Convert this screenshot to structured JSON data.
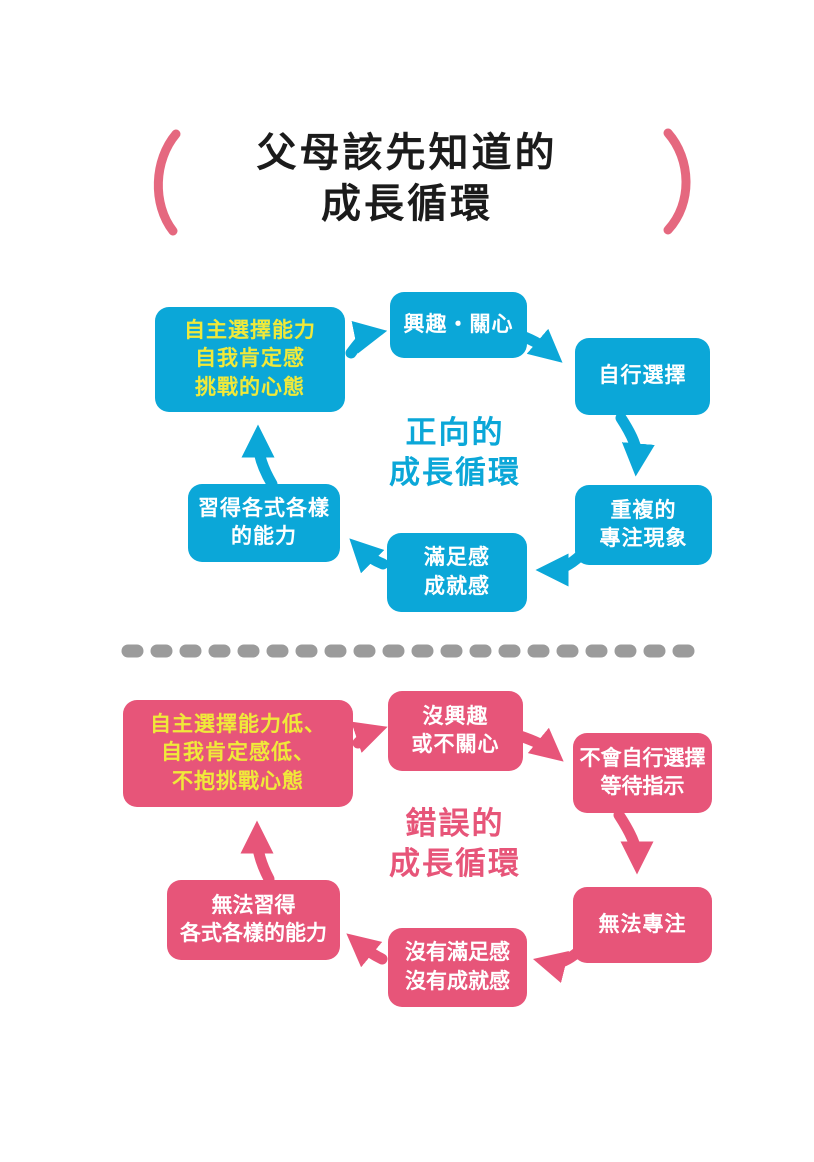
{
  "title": {
    "line1": "父母該先知道的",
    "line2": "成長循環"
  },
  "colors": {
    "positive": "#0ba7d8",
    "negative": "#e75579",
    "highlight_text": "#f0e93a",
    "paren": "#e5687f",
    "divider": "#9b9b9b",
    "title_text": "#1b1b1b"
  },
  "positive_cycle": {
    "label_line1": "正向的",
    "label_line2": "成長循環",
    "boxes": {
      "outcome": {
        "lines": [
          "自主選擇能力",
          "自我肯定感",
          "挑戰的心態"
        ]
      },
      "interest": {
        "lines": [
          "興趣・關心"
        ]
      },
      "self_choice": {
        "lines": [
          "自行選擇"
        ]
      },
      "repeat_focus": {
        "lines": [
          "重複的",
          "專注現象"
        ]
      },
      "satisfaction": {
        "lines": [
          "滿足感",
          "成就感"
        ]
      },
      "learn_skills": {
        "lines": [
          "習得各式各樣",
          "的能力"
        ]
      }
    }
  },
  "negative_cycle": {
    "label_line1": "錯誤的",
    "label_line2": "成長循環",
    "boxes": {
      "outcome": {
        "lines": [
          "自主選擇能力低、",
          "自我肯定感低、",
          "不抱挑戰心態"
        ]
      },
      "no_interest": {
        "lines": [
          "沒興趣",
          "或不關心"
        ]
      },
      "no_self_choice": {
        "lines": [
          "不會自行選擇",
          "等待指示"
        ]
      },
      "no_focus": {
        "lines": [
          "無法專注"
        ]
      },
      "no_satisfaction": {
        "lines": [
          "沒有滿足感",
          "沒有成就感"
        ]
      },
      "no_skills": {
        "lines": [
          "無法習得",
          "各式各樣的能力"
        ]
      }
    }
  }
}
